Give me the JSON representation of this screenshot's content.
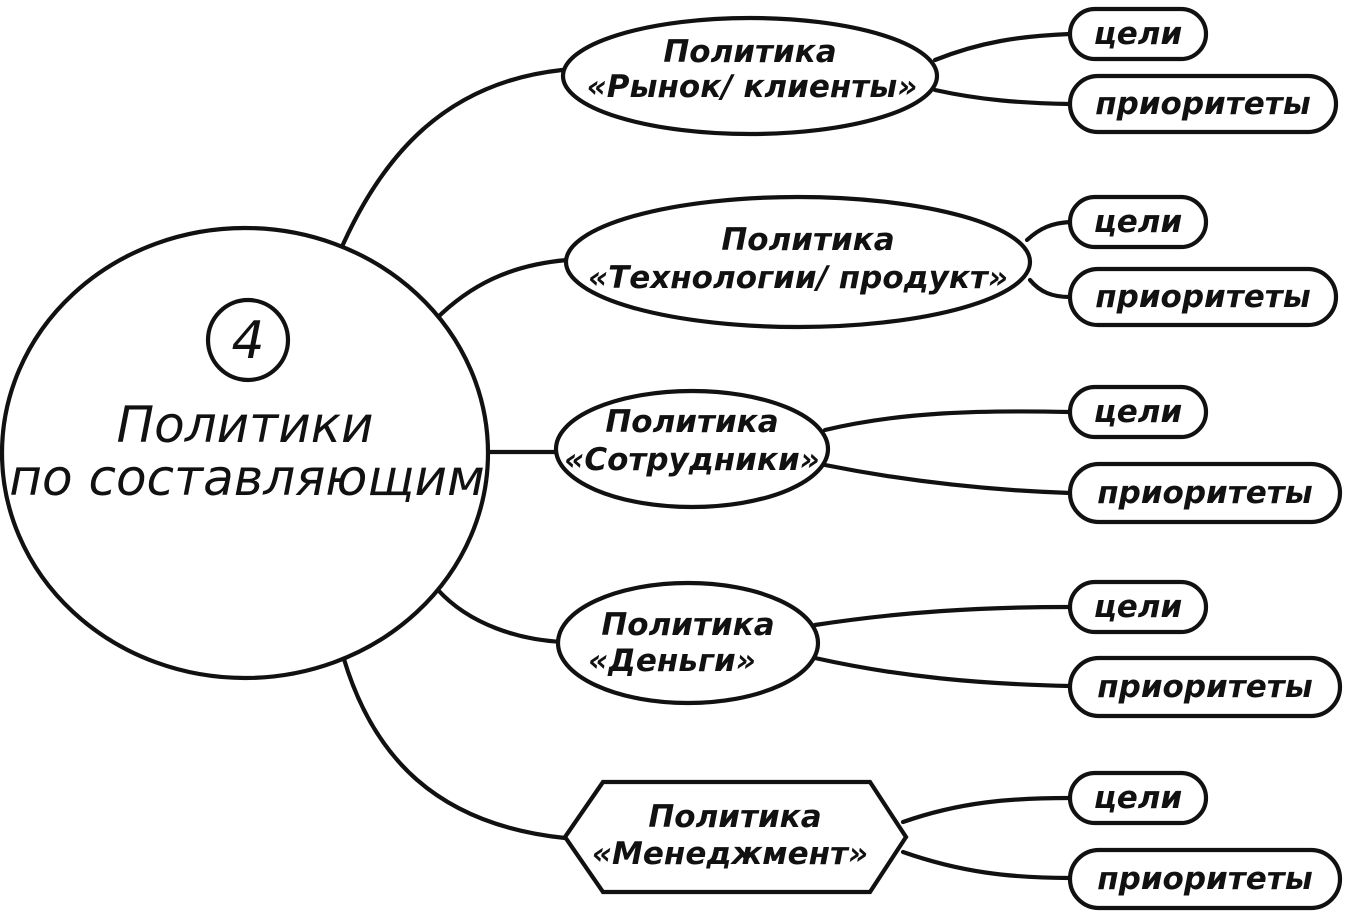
{
  "hub": {
    "number": "4",
    "title_line1": "Политики",
    "title_line2": "по составляющим"
  },
  "policies": [
    {
      "line1": "Политика",
      "line2": "«Рынок/ клиенты»",
      "shape": "ellipse",
      "goals": "цели",
      "priorities": "приоритеты"
    },
    {
      "line1": "Политика",
      "line2": "«Технологии/ продукт»",
      "shape": "ellipse",
      "goals": "цели",
      "priorities": "приоритеты"
    },
    {
      "line1": "Политика",
      "line2": "«Сотрудники»",
      "shape": "ellipse",
      "goals": "цели",
      "priorities": "приоритеты"
    },
    {
      "line1": "Политика",
      "line2": "«Деньги»",
      "shape": "ellipse",
      "goals": "цели",
      "priorities": "приоритеты"
    },
    {
      "line1": "Политика",
      "line2": "«Менеджмент»",
      "shape": "hexagon",
      "goals": "цели",
      "priorities": "приоритеты"
    }
  ]
}
